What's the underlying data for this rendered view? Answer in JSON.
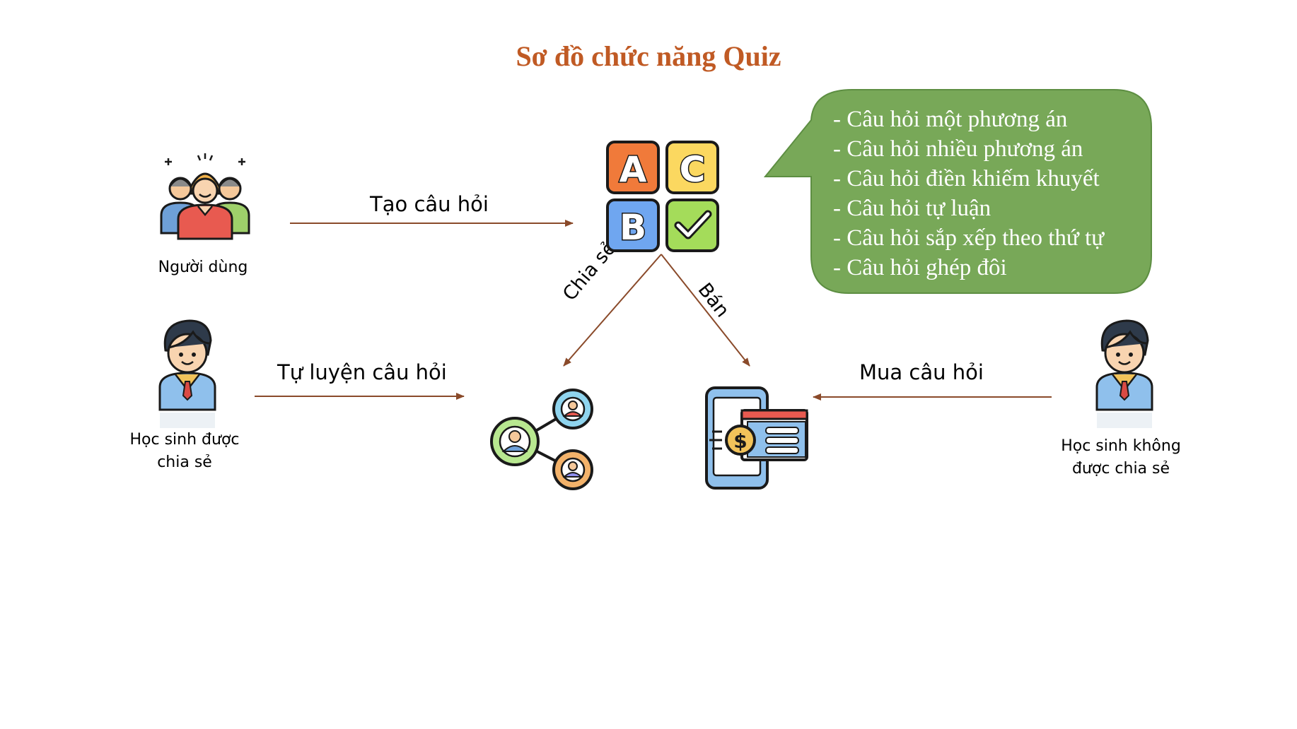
{
  "title": "Sơ đồ chức năng Quiz",
  "actors": {
    "user": "Người dùng",
    "shared_student_line1": "Học sinh được",
    "shared_student_line2": "chia sẻ",
    "unshared_student_line1": "Học sinh không",
    "unshared_student_line2": "được chia sẻ"
  },
  "arrows": {
    "create": "Tạo câu hỏi",
    "practice": "Tự luyện câu hỏi",
    "buy": "Mua câu hỏi",
    "share": "Chia sẻ",
    "sell": "Bán"
  },
  "bubble": {
    "items": [
      "- Câu hỏi một phương án",
      "- Câu hỏi nhiều phương án",
      "- Câu hỏi điền khiếm khuyết",
      "- Câu hỏi tự luận",
      "- Câu hỏi sắp xếp theo thứ tự",
      "- Câu hỏi ghép đôi"
    ]
  },
  "quiz_tiles": {
    "a": "A",
    "c": "C",
    "b": "B"
  },
  "colors": {
    "title": "#c05a24",
    "arrow": "#8a4a2a",
    "bubble": "#78a858",
    "tile_a": "#f07a3a",
    "tile_c": "#fbd860",
    "tile_b": "#6fa6f0",
    "tile_check": "#a4dc5a"
  },
  "icons": {
    "user_group": "user-group-icon",
    "student": "student-icon",
    "quiz": "quiz-abc-icon",
    "share_network": "share-network-icon",
    "mobile_payment": "mobile-payment-icon"
  }
}
